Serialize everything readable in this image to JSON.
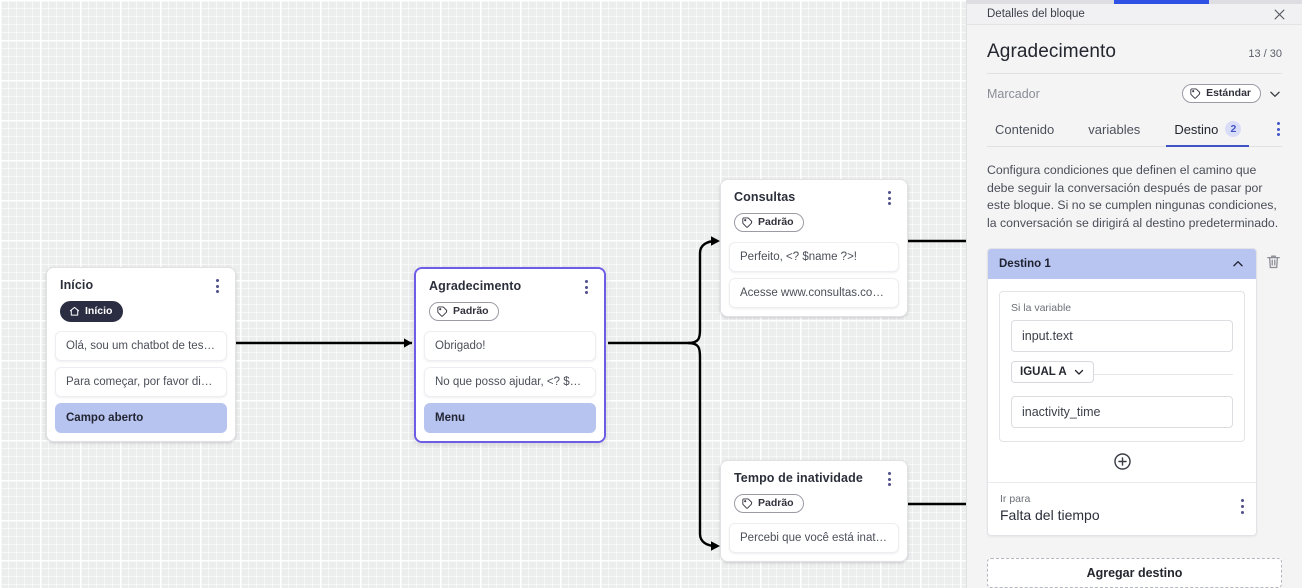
{
  "panel": {
    "header_title": "Detalles del bloque",
    "close_icon": "close-icon",
    "block_title": "Agradecimento",
    "counter": "13 / 30",
    "marker_label": "Marcador",
    "marker_value": "Estándar",
    "marker_tag_icon": "tag-icon",
    "marker_chevron_icon": "chevron-down-icon",
    "tabs": [
      {
        "label": "Contenido",
        "badge": null,
        "active": false
      },
      {
        "label": "variables",
        "badge": null,
        "active": false
      },
      {
        "label": "Destino",
        "badge": "2",
        "active": true
      }
    ],
    "tabs_overflow_icon": "kebab-menu-icon",
    "description": "Configura condiciones que definen el camino que debe seguir la conversación después de pasar por este bloque. Si no se cumplen ningunas condiciones, la conversación se dirigirá al destino predeterminado.",
    "destination": {
      "header_label": "Destino 1",
      "collapse_icon": "chevron-up-icon",
      "delete_icon": "trash-icon",
      "condition_label": "Si la variable",
      "variable_value": "input.text",
      "operator": "IGUAL A",
      "operator_chevron_icon": "chevron-down-icon",
      "comparison_value": "inactivity_time",
      "add_condition_icon": "plus-circle-icon",
      "goto_label": "Ir para",
      "goto_value": "Falta del tiempo",
      "goto_menu_icon": "kebab-menu-icon"
    },
    "add_destination_label": "Agregar destino",
    "accent_color": "#3d53c6",
    "progress_color": "#2f51e6",
    "destination_header_color": "#b9c5f1"
  },
  "canvas": {
    "nodes": [
      {
        "id": "inicio",
        "title": "Início",
        "tag": "Início",
        "tag_style": "start",
        "tag_icon": "home-icon",
        "selected": false,
        "menu_icon": "kebab-menu-icon",
        "messages": [
          {
            "text": "Olá, sou um chatbot de teste!",
            "highlight": false
          },
          {
            "text": "Para começar, por favor digite o ...",
            "highlight": false
          },
          {
            "text": "Campo aberto",
            "highlight": true
          }
        ]
      },
      {
        "id": "agradecimento",
        "title": "Agradecimento",
        "tag": "Padrão",
        "tag_style": "default",
        "tag_icon": "tag-icon",
        "selected": true,
        "menu_icon": "kebab-menu-icon",
        "messages": [
          {
            "text": "Obrigado!",
            "highlight": false
          },
          {
            "text": "No que posso ajudar, <? $name ...",
            "highlight": false
          },
          {
            "text": "Menu",
            "highlight": true
          }
        ]
      },
      {
        "id": "consultas",
        "title": "Consultas",
        "tag": "Padrão",
        "tag_style": "default",
        "tag_icon": "tag-icon",
        "selected": false,
        "menu_icon": "kebab-menu-icon",
        "messages": [
          {
            "text": "Perfeito, <? $name ?>!",
            "highlight": false
          },
          {
            "text": "Acesse www.consultas.com par...",
            "highlight": false
          }
        ]
      },
      {
        "id": "inatividade",
        "title": "Tempo de inatividade",
        "tag": "Padrão",
        "tag_style": "default",
        "tag_icon": "tag-icon",
        "selected": false,
        "menu_icon": "kebab-menu-icon",
        "messages": [
          {
            "text": "Percebi que você está inativo. C...",
            "highlight": false
          }
        ]
      }
    ]
  }
}
